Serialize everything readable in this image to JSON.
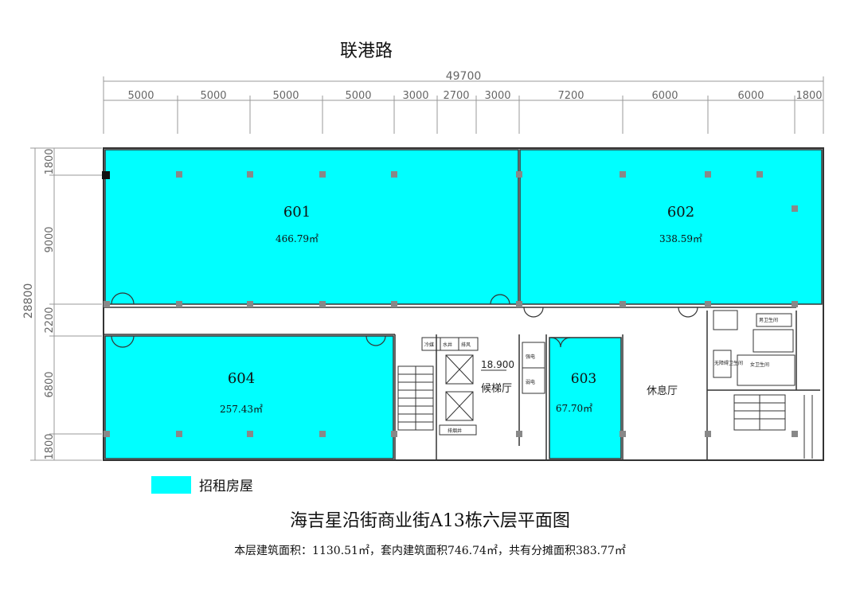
{
  "street_name": "联港路",
  "dimensions": {
    "total_width": "49700",
    "total_height": "28800",
    "top_segments": [
      "5000",
      "5000",
      "5000",
      "5000",
      "3000",
      "2700",
      "3000",
      "7200",
      "6000",
      "6000",
      "1800"
    ],
    "left_segments": [
      "1800",
      "9000",
      "2200",
      "6800",
      "1800"
    ]
  },
  "units": [
    {
      "id": "601",
      "area": "466.79㎡"
    },
    {
      "id": "602",
      "area": "338.59㎡"
    },
    {
      "id": "603",
      "area": "67.70㎡"
    },
    {
      "id": "604",
      "area": "257.43㎡"
    }
  ],
  "core": {
    "elevation": "18.900",
    "lift_hall": "候梯厅",
    "lounge": "休息厅",
    "room_labels": [
      "冷媒",
      "水井",
      "排风",
      "强电",
      "弱电",
      "排烟井",
      "无障碍卫生间",
      "男卫生间",
      "女卫生间"
    ]
  },
  "legend": {
    "label": "招租房屋",
    "color": "#00ffff"
  },
  "title": "海吉星沿街商业街A13栋六层平面图",
  "summary": "本层建筑面积：1130.51㎡，套内建筑面积746.74㎡，共有分摊面积383.77㎡"
}
